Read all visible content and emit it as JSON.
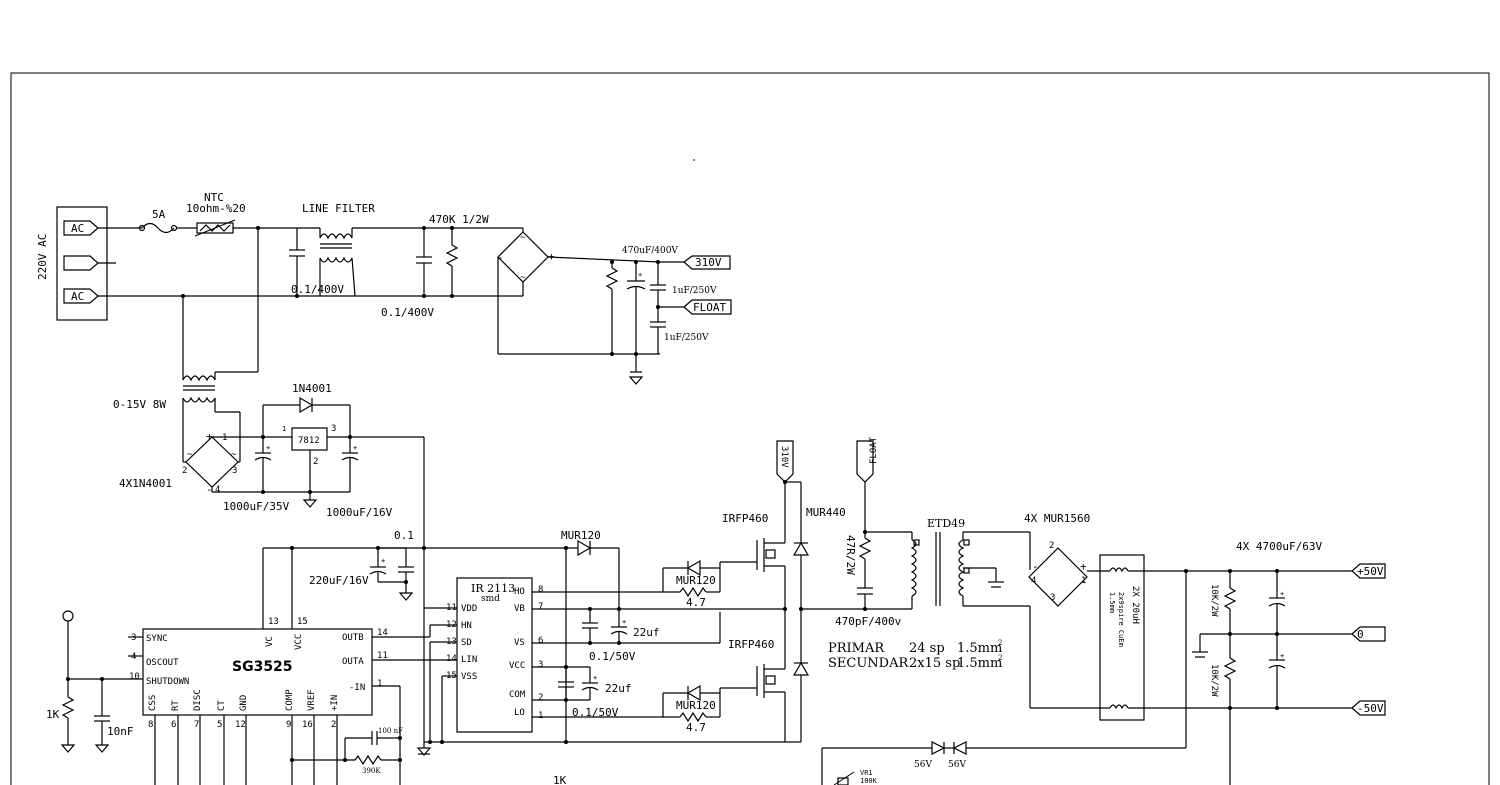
{
  "mains": {
    "label": "220V AC",
    "pin_top": "AC",
    "pin_bottom": "AC"
  },
  "fuse": "5A",
  "ntc": {
    "name": "NTC",
    "value": "10ohm-%20"
  },
  "line_filter": "LINE FILTER",
  "cap_x1": "0.1/400V",
  "cap_x2": "0.1/400V",
  "bleed": "470K 1/2W",
  "bulk_cap": "470uF/400V",
  "cap_1u_a": "1uF/250V",
  "cap_1u_b": "1uF/250V",
  "rail_310": "310V",
  "rail_float": "FLOAT",
  "aux_tr": "0-15V 8W",
  "aux_diode": "1N4001",
  "aux_bridge": "4X1N4001",
  "reg": "7812",
  "reg_pins": {
    "in": "1",
    "out": "3",
    "gnd": "2"
  },
  "aux_cap1": "1000uF/35V",
  "aux_cap2": "1000uF/16V",
  "bridge_pins": {
    "p1": "1",
    "p2": "2",
    "p3": "3",
    "p4": "4"
  },
  "cap_01": "0.1",
  "cap_220": "220uF/16V",
  "ir": {
    "name": "IR 2113",
    "sub": "smd",
    "left": [
      {
        "pin": "11",
        "name": "VDD"
      },
      {
        "pin": "12",
        "name": "HN"
      },
      {
        "pin": "13",
        "name": "SD"
      },
      {
        "pin": "14",
        "name": "LIN"
      },
      {
        "pin": "15",
        "name": "VSS"
      }
    ],
    "right": [
      {
        "pin": "8",
        "name": "HO"
      },
      {
        "pin": "7",
        "name": "VB"
      },
      {
        "pin": "6",
        "name": "VS"
      },
      {
        "pin": "3",
        "name": "VCC"
      },
      {
        "pin": "2",
        "name": "COM"
      },
      {
        "pin": "1",
        "name": "LO"
      }
    ]
  },
  "mur120_boot": "MUR120",
  "c22_a": "22uf",
  "c22_b": "22uf",
  "c01_a": "0.1/50V",
  "c01_b": "0.1/50V",
  "gate_d1": "MUR120",
  "gate_r1": "4.7",
  "gate_d2": "MUR120",
  "gate_r2": "4.7",
  "q1": "IRFP460",
  "q2": "IRFP460",
  "mur440": "MUR440",
  "snub_r": "47R/2W",
  "snub_c": "470pF/400v",
  "rail_310_tag": "310V",
  "float_tag": "FLOAT",
  "tr": "ETD49",
  "winding": {
    "p_label": "PRIMAR",
    "p_turns": "24 sp",
    "p_wire": "1.5mm",
    "s_label": "SECUNDAR",
    "s_turns": "2x15 sp",
    "s_wire": "1.5mm",
    "sup": "2"
  },
  "out_diodes": "4X MUR1560",
  "out_bridge_pins": {
    "p1": "1",
    "p2": "2",
    "p3": "3",
    "p4": "4"
  },
  "choke": {
    "title": "2X 20uH",
    "l1": "2x9spire CuEm",
    "l2": "1.5mm"
  },
  "out_caps": "4X 4700uF/63V",
  "r10k_a": "10K/2W",
  "r10k_b": "10K/2W",
  "out_pos": "+50V",
  "out_zero": "0",
  "out_neg": "-50V",
  "sg": {
    "name": "SG3525",
    "left": [
      {
        "pin": "3",
        "name": "SYNC"
      },
      {
        "pin": "4",
        "name": "OSCOUT"
      },
      {
        "pin": "10",
        "name": "SHUTDOWN"
      }
    ],
    "top": [
      {
        "pin": "13",
        "name": "VC"
      },
      {
        "pin": "15",
        "name": "VCC"
      }
    ],
    "right": [
      {
        "pin": "14",
        "name": "OUTB"
      },
      {
        "pin": "11",
        "name": "OUTA"
      },
      {
        "pin": "1",
        "name": "-IN"
      }
    ],
    "bottom": [
      {
        "pin": "8",
        "name": "CSS"
      },
      {
        "pin": "6",
        "name": "RT"
      },
      {
        "pin": "7",
        "name": "DISC"
      },
      {
        "pin": "5",
        "name": "CT"
      },
      {
        "pin": "12",
        "name": "GND"
      },
      {
        "pin": "9",
        "name": "COMP"
      },
      {
        "pin": "16",
        "name": "VREF"
      },
      {
        "pin": "2",
        "name": "+IN"
      }
    ]
  },
  "r1k": "1K",
  "c10n": "10nF",
  "c100n": "100 nF",
  "r390": "390K",
  "r1k_b": "1K",
  "z1": "56V",
  "z2": "56V",
  "vr": {
    "name": "VR1",
    "value": "100K"
  }
}
